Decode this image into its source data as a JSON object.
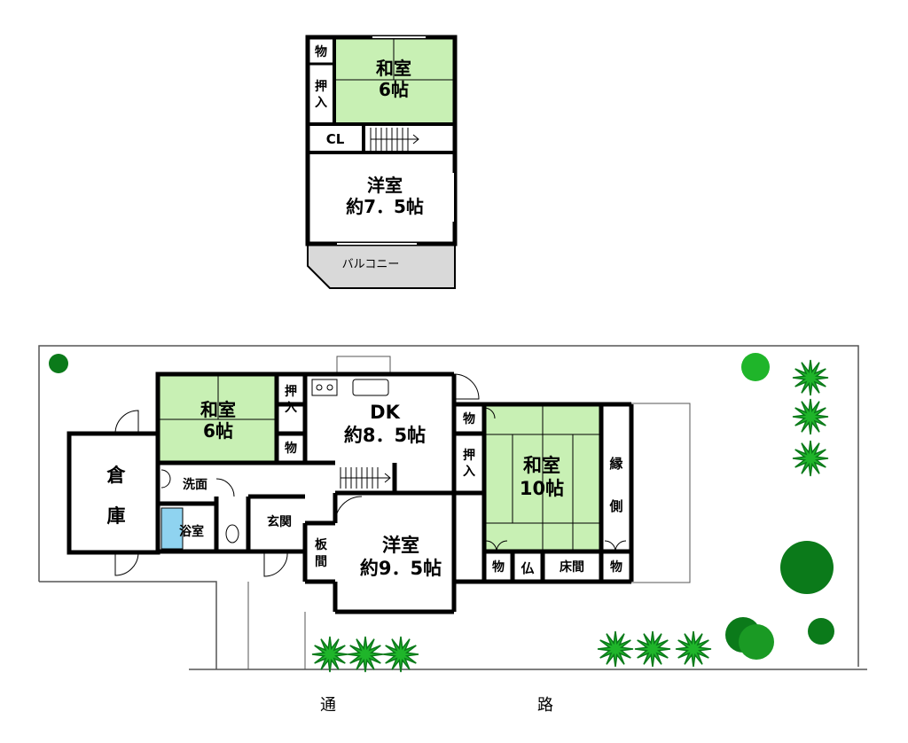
{
  "upper_floor": {
    "storage_top": "物",
    "closet_oshiire": "押入",
    "washitsu_name": "和室",
    "washitsu_size": "6帖",
    "cl": "CL",
    "youshitsu_name": "洋室",
    "youshitsu_size": "約7．5帖",
    "balcony": "バルコニー"
  },
  "ground_floor": {
    "washitsu6_name": "和室",
    "washitsu6_size": "6帖",
    "oshiire_a": "押入",
    "mono_a": "物",
    "dk_name": "DK",
    "dk_size": "約8．5帖",
    "mono_b": "物",
    "oshiire_b": "押入",
    "washitsu10_name": "和室",
    "washitsu10_size": "10帖",
    "engawa_1": "縁",
    "engawa_2": "側",
    "souko_1": "倉",
    "souko_2": "庫",
    "senmen": "洗面",
    "yokushitsu": "浴室",
    "genkan": "玄関",
    "itama_1": "板",
    "itama_2": "間",
    "youshitsu_name": "洋室",
    "youshitsu_size": "約9．5帖",
    "mono_c": "物",
    "butsu": "仏",
    "tokonoma": "床間",
    "mono_d": "物"
  },
  "road": {
    "char_1": "通",
    "char_2": "路"
  },
  "colors": {
    "tatami": "#c8f0b4",
    "wall": "#000000",
    "balcony": "#d9d9d9",
    "bath": "#8fd3f0",
    "tree_dark": "#0b7a1a",
    "tree_light": "#1fb52a"
  }
}
